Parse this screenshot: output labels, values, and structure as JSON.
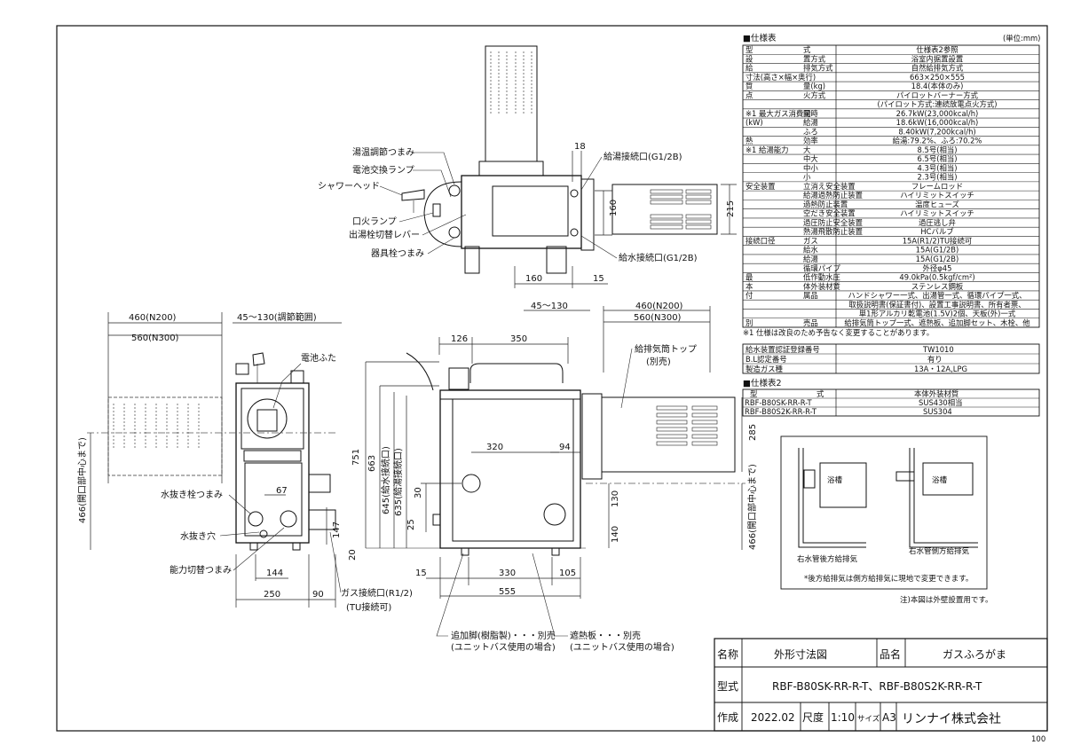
{
  "labels": {
    "top_view": {
      "yu_ondo": "湯温調節つまみ",
      "denchi_lamp": "電池交換ランプ",
      "shower_head": "シャワーヘッド",
      "kuchibi_lamp": "口火ランプ",
      "deyu_lever": "出湯栓切替レバー",
      "kigu_sen": "器具栓つまみ",
      "kyuyu_top": "給湯接続口(G1/2B)",
      "kyusui_top": "給水接続口(G1/2B)",
      "d18": "18",
      "d160v": "160",
      "d215": "215",
      "d160h": "160",
      "d15": "15"
    },
    "left_view": {
      "d460": "460(N200)",
      "d560": "560(N300)",
      "d45_130": "45～130(調節範囲)",
      "denchi_futa": "電池ふた",
      "kaikou_chushin": "466(開口部中心まで)",
      "mizunuki_tsumami": "水抜き栓つまみ",
      "mizunuki_ana": "水抜き穴",
      "noryoku": "能力切替つまみ",
      "d67": "67",
      "d147": "147",
      "d144": "144",
      "d250": "250",
      "d90": "90",
      "d20": "20",
      "gas": "ガス接続口(R1/2)",
      "tu": "(TU接続可)"
    },
    "front_view": {
      "d45_130": "45～130",
      "d460": "460(N200)",
      "d560": "560(N300)",
      "d126": "126",
      "d350": "350",
      "kyuhaiki_top": "給排気筒トップ",
      "betsubai": "(別売)",
      "d751": "751",
      "d663": "663",
      "d645": "645(給水接続口)",
      "d635": "635(給湯接続口)",
      "d320": "320",
      "d94": "94",
      "d285": "285",
      "d30": "30",
      "d25": "25",
      "d15": "15",
      "d330": "330",
      "d105": "105",
      "d555": "555",
      "d130": "130",
      "d140": "140",
      "d466": "466(開口部中心まで)",
      "tsuika_kyaku": "追加脚(樹脂製)・・・別売",
      "unit_bath1": "(ユニットバス使用の場合)",
      "shanetsu": "遮熱板・・・別売",
      "unit_bath2": "(ユニットバス使用の場合)"
    }
  },
  "spec": {
    "title": "■仕様表",
    "unit": "(単位:mm)",
    "rows": [
      [
        "型",
        "式",
        "仕様表2参照"
      ],
      [
        "設",
        "置方式",
        "浴室内据置設置"
      ],
      [
        "給",
        "排気方式",
        "自然給排気方式"
      ],
      [
        "寸法(高さ×幅×奥行)",
        "",
        "663×250×555"
      ],
      [
        "質",
        "量(kg)",
        "18.4(本体のみ)"
      ],
      [
        "点",
        "火方式",
        "パイロットバーナー方式"
      ],
      [
        "",
        "",
        "(パイロット方式:連続放電点火方式)"
      ],
      [
        "※1 最大ガス消費量",
        "同時",
        "26.7kW(23,000kcal/h)"
      ],
      [
        "(kW)",
        "給湯",
        "18.6kW(16,000kcal/h)"
      ],
      [
        "",
        "ふろ",
        "8.40kW(7,200kcal/h)"
      ],
      [
        "熱",
        "効率",
        "給湯:79.2%、ふろ:70.2%"
      ],
      [
        "※1 給湯能力",
        "大",
        "8.5号(相当)"
      ],
      [
        "",
        "中大",
        "6.5号(相当)"
      ],
      [
        "",
        "中小",
        "4.3号(相当)"
      ],
      [
        "",
        "小",
        "2.3号(相当)"
      ],
      [
        "安全装置",
        "立消え安全装置",
        "フレームロッド"
      ],
      [
        "",
        "給湯過熱防止装置",
        "ハイリミットスイッチ"
      ],
      [
        "",
        "過熱防止装置",
        "温度ヒューズ"
      ],
      [
        "",
        "空だき安全装置",
        "ハイリミットスイッチ"
      ],
      [
        "",
        "過圧防止安全装置",
        "過圧逃し弁"
      ],
      [
        "",
        "熱湯飛散防止装置",
        "HCバルブ"
      ],
      [
        "接続口径",
        "ガス",
        "15A(R1/2)TU接続可"
      ],
      [
        "",
        "給水",
        "15A(G1/2B)"
      ],
      [
        "",
        "給湯",
        "15A(G1/2B)"
      ],
      [
        "",
        "循環パイプ",
        "外径φ45"
      ],
      [
        "最",
        "低作動水圧",
        "49.0kPa(0.5kgf/cm²)"
      ],
      [
        "本",
        "体外装材質",
        "ステンレス鋼板"
      ],
      [
        "付",
        "属品",
        "ハンドシャワー一式、出湯管一式、循環パイプ一式、"
      ],
      [
        "",
        "",
        "取扱説明書(保証書付)、設置工事説明書、所有者票、"
      ],
      [
        "",
        "",
        "単1形アルカリ乾電池(1.5V)2個、天板(外)一式"
      ],
      [
        "別",
        "売品",
        "給排気筒トップ一式、遮熱板、追加脚セット、木栓、他"
      ]
    ],
    "note": "※1 仕様は改良のため予告なく変更することがあります。",
    "extra": [
      [
        "給水装置認証登録番号",
        "TW1010"
      ],
      [
        "B.L認定番号",
        "有り"
      ],
      [
        "製造ガス種",
        "13A・12A,LPG"
      ]
    ],
    "spec2_title": "■仕様表2",
    "spec2_header": [
      "型",
      "式",
      "本体外装材質"
    ],
    "spec2_rows": [
      [
        "RBF-B80SK-RR-R-T",
        "SUS430相当"
      ],
      [
        "RBF-B80S2K-RR-R-T",
        "SUS304"
      ]
    ]
  },
  "install": {
    "bath": "浴槽",
    "left_caption": "右水管後方給排気",
    "right_caption": "右水管側方給排気",
    "note": "*後方給排気は側方給排気に現地で変更できます。",
    "remark": "注)本図は外壁設置用です。"
  },
  "title_block": {
    "name_label": "名称",
    "name_value": "外形寸法図",
    "product_label": "品名",
    "product_value": "ガスふろがま",
    "model_label": "型式",
    "model_value": "RBF-B80SK-RR-R-T、RBF-B80S2K-RR-R-T",
    "made_label": "作成",
    "made_value": "2022.02",
    "scale_label": "尺度",
    "scale_value": "1:10",
    "size_label": "サイズ",
    "size_value": "A3",
    "company": "リンナイ株式会社",
    "page": "100"
  }
}
